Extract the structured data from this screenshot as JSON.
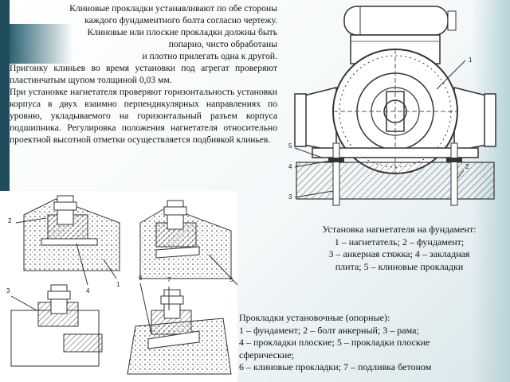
{
  "text": {
    "intro_lines": [
      "Клиновые прокладки устанавливают по обе стороны",
      "каждого фундаментного болта согласно чертежу.",
      "Клиновые или плоские прокладки должны быть",
      "попарно, чисто обработаны",
      "и плотно прилегать одна к другой."
    ],
    "paragraph_1": "Пригонку клиньев во время установки под агрегат проверяют пластинчатым щупом толщиной 0,03 мм.",
    "paragraph_2": "При установке нагнетателя проверяют горизонтальность установки корпуса в двух взаимно перпендикулярных направлениях по уровню, укладываемого на горизонтальный разъем корпуса подшипника. Регулировка положения нагнетателя относительно проектной высотной отметки осуществляется подбивкой клиньев."
  },
  "caption_right": [
    "Установка нагнетателя на фундамент:",
    "1 – нагнетатель; 2 – фундамент;",
    "3 – анкерная стяжка; 4 – закладная",
    "плита; 5 – клиновые прокладки"
  ],
  "caption_bottom": [
    "Прокладки установочные (опорные):",
    "1 – фундамент; 2 – болт анкерный; 3 – рама;",
    "4 – прокладки плоские; 5 – прокладки плоские",
    "сферические;",
    "6 – клиновые прокладки; 7 – подливка бетоном"
  ],
  "figure_right_callouts": [
    "1",
    "2",
    "5",
    "4",
    "3"
  ],
  "figure_left_callouts": [
    "2",
    "4",
    "1",
    "3",
    "6",
    "7",
    "5"
  ],
  "colors": {
    "accent": "#1f4d5c",
    "line": "#333333"
  }
}
